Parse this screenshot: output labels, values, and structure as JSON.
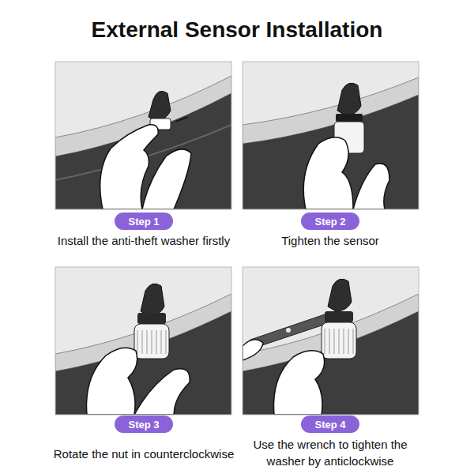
{
  "diagram": {
    "title": "External Sensor Installation",
    "nodes": [
      {
        "text": [
          "Step 1"
        ]
      },
      {
        "text": [
          "Step 2"
        ]
      },
      {
        "text": [
          "Step 3"
        ]
      },
      {
        "text": [
          "Step 4"
        ]
      }
    ],
    "labels": [
      "Install the anti-theft washer firstly",
      "Tighten the sensor",
      "Rotate the nut in counterclockwise",
      "Use the wrench to tighten the washer by anticlockwise"
    ]
  }
}
